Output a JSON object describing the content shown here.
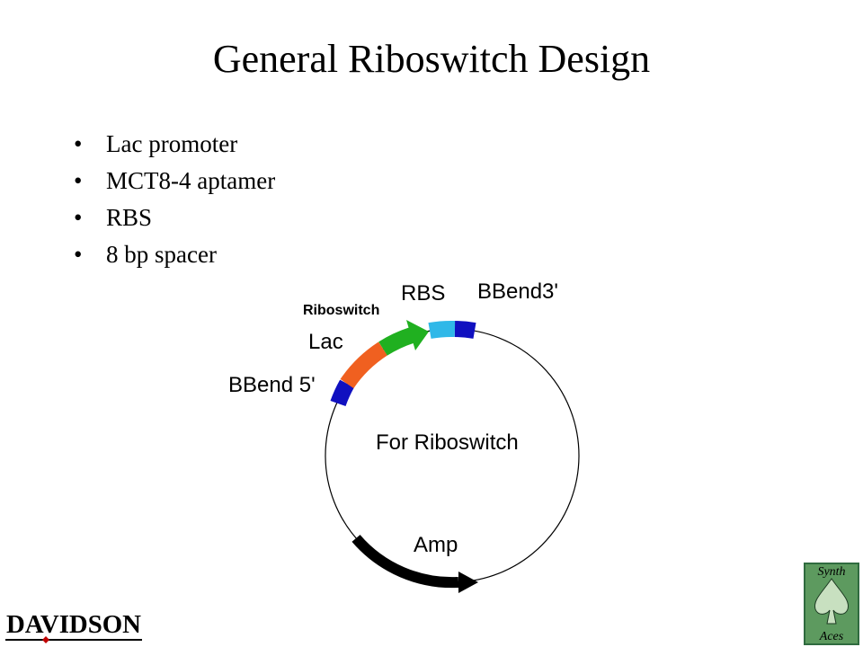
{
  "slide": {
    "title": "General Riboswitch Design",
    "bullets": [
      "Lac promoter",
      "MCT8-4 aptamer",
      "RBS",
      "8 bp spacer"
    ]
  },
  "diagram": {
    "center_label": "For Riboswitch",
    "labels": {
      "bbend3": "BBend3'",
      "rbs": "RBS",
      "riboswitch": "Riboswitch",
      "lac": "Lac",
      "bbend5": "BBend 5'",
      "amp": "Amp"
    },
    "colors": {
      "bbend": "#1010c0",
      "lac": "#f06020",
      "riboswitch": "#20b020",
      "rbs": "#30b8e8",
      "amp": "#000000",
      "backbone": "#000000"
    }
  },
  "logos": {
    "davidson": "DAVIDSON",
    "synth_top": "Synth",
    "synth_bottom": "Aces"
  }
}
